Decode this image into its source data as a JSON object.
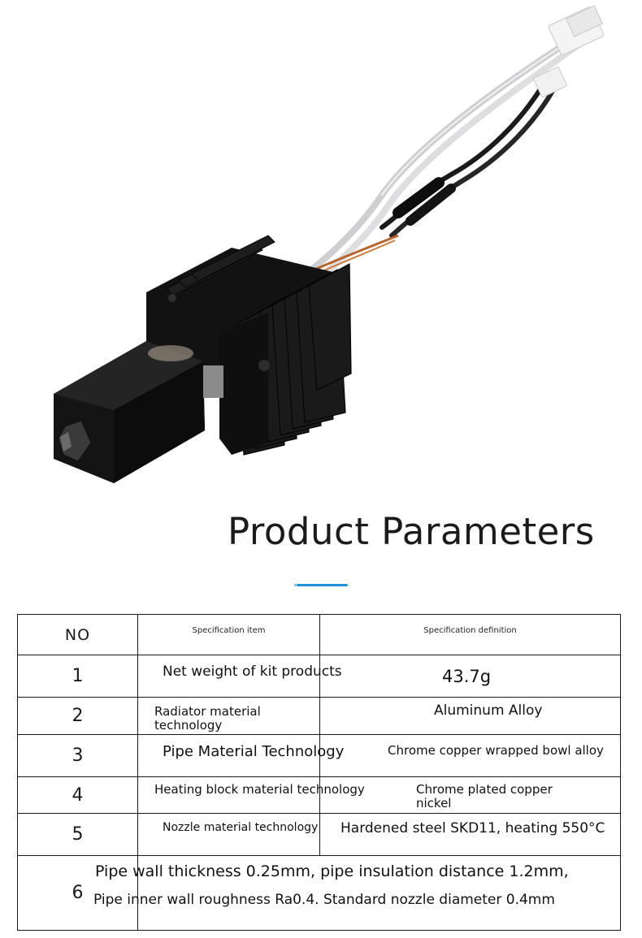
{
  "page": {
    "title": "Product Parameters",
    "accent_color": "#1e90d8"
  },
  "table": {
    "headers": {
      "no": "NO",
      "item": "Specification item",
      "definition": "Specification definition"
    },
    "rows": [
      {
        "no": "1",
        "item": "Net weight of kit products",
        "definition": "43.7g"
      },
      {
        "no": "2",
        "item_line1": "Radiator material",
        "item_line2": "technology",
        "definition": "Aluminum Alloy"
      },
      {
        "no": "3",
        "item": "Pipe Material Technology",
        "definition": "Chrome copper wrapped bowl alloy"
      },
      {
        "no": "4",
        "item": "Heating block material technology",
        "definition_line1": "Chrome plated copper",
        "definition_line2": "nickel"
      },
      {
        "no": "5",
        "item": "Nozzle material technology",
        "definition": "Hardened steel SKD11, heating 550°C"
      },
      {
        "no": "6",
        "line1": "Pipe wall thickness 0.25mm, pipe insulation distance 1.2mm,",
        "line2": "Pipe inner wall roughness Ra0.4. Standard nozzle diameter 0.4mm"
      }
    ]
  }
}
